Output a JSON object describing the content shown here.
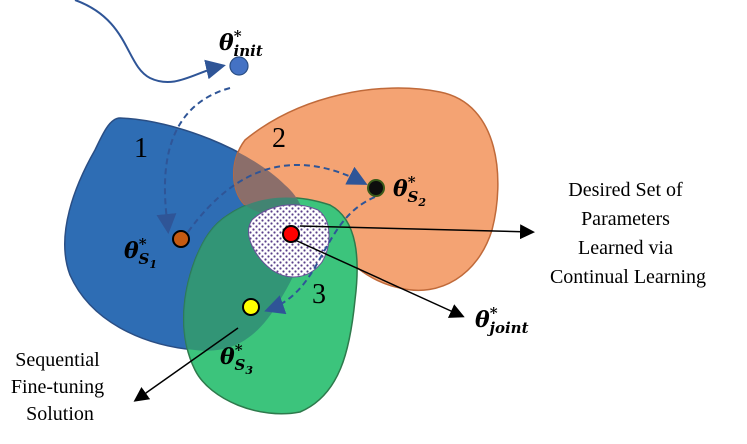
{
  "points": {
    "init": {
      "theta": "θ",
      "sup": "*",
      "sub": "init",
      "color": "#4472c4"
    },
    "s1": {
      "theta": "θ",
      "sup": "*",
      "sub": "S",
      "subsub": "1",
      "color": "#c55a11"
    },
    "s2": {
      "theta": "θ",
      "sup": "*",
      "sub": "S",
      "subsub": "2",
      "color": "#0d0d0d"
    },
    "s3": {
      "theta": "θ",
      "sup": "*",
      "sub": "S",
      "subsub": "3",
      "color": "#ffff00"
    },
    "joint": {
      "theta": "θ",
      "sup": "*",
      "sub": "joint",
      "color": "#ff0000"
    }
  },
  "steps": [
    "1",
    "2",
    "3"
  ],
  "annotations": {
    "desired": [
      "Desired Set of",
      "Parameters",
      "Learned via",
      "Continual Learning"
    ],
    "sequential": [
      "Sequential",
      "Fine-tuning",
      "Solution"
    ]
  },
  "colors": {
    "region1": "#2e6db4",
    "region2": "#f4a373",
    "region3": "#3cc47c",
    "overlap": "#2f8a74",
    "arrow": "#2f5597"
  }
}
